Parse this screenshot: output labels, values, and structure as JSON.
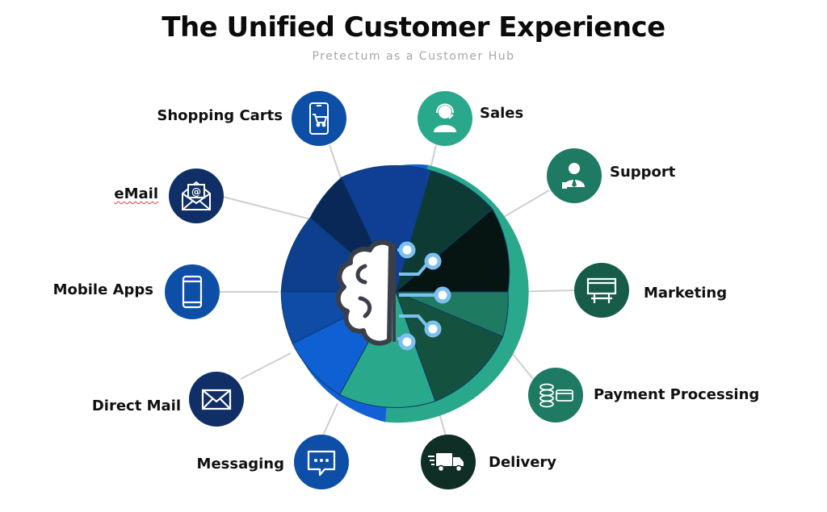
{
  "title": "The Unified Customer Experience",
  "subtitle": "Pretectum as a Customer Hub",
  "nodes": {
    "shopping_carts": {
      "label": "Shopping Carts",
      "icon": "shopping-cart-phone-icon",
      "color": "#0d4fa6"
    },
    "email": {
      "label": "eMail",
      "icon": "envelope-at-icon",
      "color": "#0f2f66"
    },
    "mobile_apps": {
      "label": "Mobile Apps",
      "icon": "mobile-phone-icon",
      "color": "#0d4fa6"
    },
    "direct_mail": {
      "label": "Direct Mail",
      "icon": "envelope-icon",
      "color": "#0f2f66"
    },
    "messaging": {
      "label": "Messaging",
      "icon": "chat-bubble-icon",
      "color": "#0d4fa6"
    },
    "sales": {
      "label": "Sales",
      "icon": "headset-agent-icon",
      "color": "#2aa88b"
    },
    "support": {
      "label": "Support",
      "icon": "support-agent-icon",
      "color": "#1e7a63"
    },
    "marketing": {
      "label": "Marketing",
      "icon": "billboard-icon",
      "color": "#165c48"
    },
    "payment_processing": {
      "label": "Payment Processing",
      "icon": "coins-card-icon",
      "color": "#1e7a63"
    },
    "delivery": {
      "label": "Delivery",
      "icon": "delivery-truck-icon",
      "color": "#0f2e26"
    }
  },
  "colors": {
    "blue_ring": "#1360d6",
    "green_ring": "#2aa88b",
    "connector": "#cfcfcf",
    "brain_outline": "#3b3f4a",
    "circuit": "#7cc0f0"
  }
}
